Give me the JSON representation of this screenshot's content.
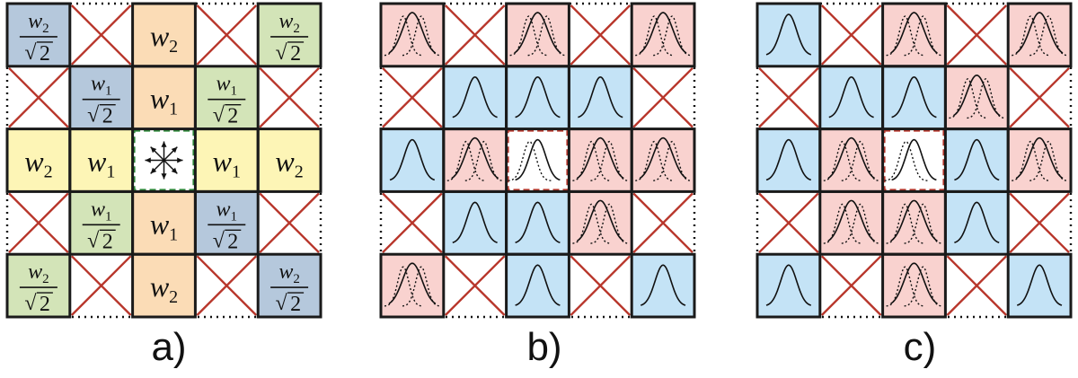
{
  "colors": {
    "yellow": "#fdf5b6",
    "orange": "#fbdcb6",
    "blue": "#b5c8dc",
    "green": "#d3e4b8",
    "pink": "#f9d2cf",
    "lightblue": "#c4e3f6",
    "cross": "#b8362b",
    "border": "#1a1a1a",
    "center_a": "#2e8a3a",
    "center_bc": "#b8362b"
  },
  "panels": [
    {
      "id": "a",
      "label": "a)",
      "cells": [
        [
          "B",
          "X",
          "O",
          "X",
          "G"
        ],
        [
          "X",
          "B",
          "O",
          "G",
          "X"
        ],
        [
          "Y",
          "Y",
          "C",
          "Y",
          "Y"
        ],
        [
          "X",
          "G",
          "O",
          "B",
          "X"
        ],
        [
          "G",
          "X",
          "O",
          "X",
          "B"
        ]
      ],
      "weights": [
        [
          "w2/√2",
          "",
          "w2",
          "",
          "w2/√2"
        ],
        [
          "",
          "w1/√2",
          "w1",
          "w1/√2",
          ""
        ],
        [
          "w2",
          "w1",
          "",
          "w1",
          "w2"
        ],
        [
          "",
          "w1/√2",
          "w1",
          "w1/√2",
          ""
        ],
        [
          "w2/√2",
          "",
          "w2",
          "",
          "w2/√2"
        ]
      ]
    },
    {
      "id": "b",
      "label": "b)",
      "cells": [
        [
          "P",
          "X",
          "P",
          "X",
          "P"
        ],
        [
          "X",
          "L",
          "L",
          "L",
          "X"
        ],
        [
          "L",
          "P",
          "C",
          "P",
          "P"
        ],
        [
          "X",
          "L",
          "L",
          "P",
          "X"
        ],
        [
          "P",
          "X",
          "L",
          "X",
          "L"
        ]
      ]
    },
    {
      "id": "c",
      "label": "c)",
      "cells": [
        [
          "L",
          "X",
          "P",
          "X",
          "P"
        ],
        [
          "X",
          "L",
          "L",
          "P",
          "X"
        ],
        [
          "L",
          "P",
          "C",
          "L",
          "P"
        ],
        [
          "X",
          "P",
          "P",
          "L",
          "X"
        ],
        [
          "L",
          "X",
          "P",
          "X",
          "L"
        ]
      ]
    }
  ]
}
